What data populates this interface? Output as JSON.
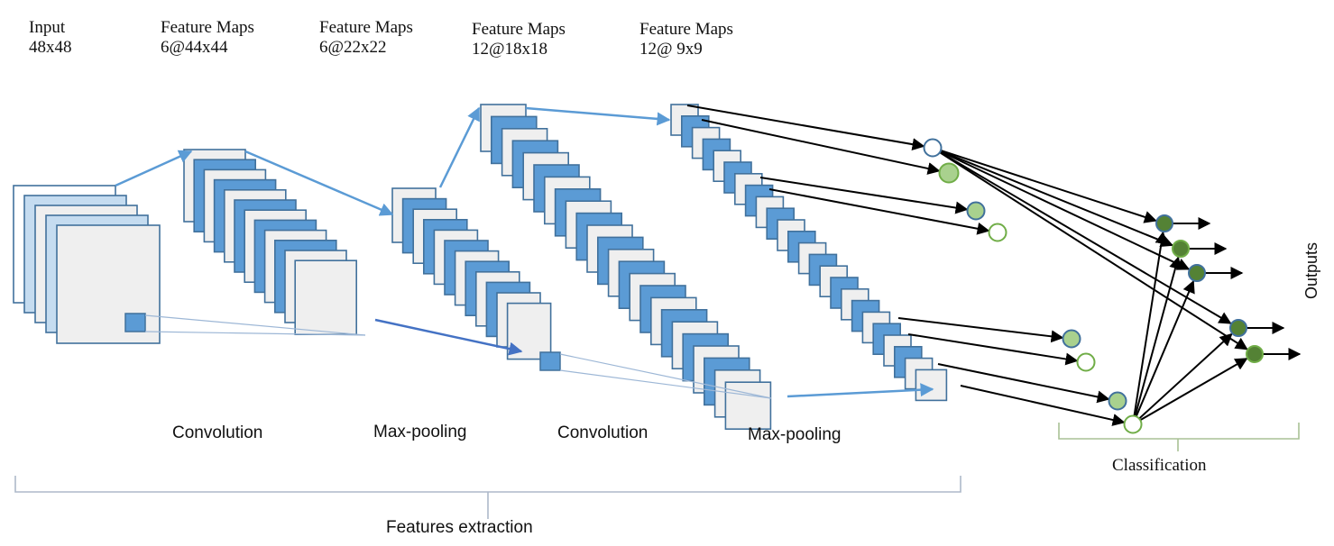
{
  "title": "CNN architecture: features extraction and classification",
  "headers": [
    {
      "line1": "Input",
      "line2": "48x48"
    },
    {
      "line1": "Feature Maps",
      "line2": "6@44x44"
    },
    {
      "line1": "Feature Maps",
      "line2": "6@22x22"
    },
    {
      "line1": "Feature Maps",
      "line2": "12@18x18"
    },
    {
      "line1": "Feature Maps",
      "line2": "12@ 9x9"
    }
  ],
  "stages": [
    {
      "label": "Convolution"
    },
    {
      "label": "Max-pooling"
    },
    {
      "label": "Convolution"
    },
    {
      "label": "Max-pooling"
    }
  ],
  "groups": {
    "features": "Features extraction",
    "classification": "Classification",
    "outputs": "Outputs"
  },
  "layers": [
    {
      "name": "input",
      "maps": 5
    },
    {
      "name": "conv1",
      "maps": 12
    },
    {
      "name": "pool1",
      "maps": 12
    },
    {
      "name": "conv2",
      "maps": 24
    },
    {
      "name": "pool2",
      "maps": 24
    }
  ],
  "neurons": {
    "hidden_count": 8,
    "output_count": 5
  },
  "colors": {
    "map_fill_light": "#efefef",
    "map_fill_blue": "#5b9bd5",
    "map_fill_pale": "#c5dcf0",
    "map_stroke": "#41719c",
    "connector": "#5b9bd5",
    "arrow": "#000000",
    "neuron_light_green": "#a9d18e",
    "neuron_dark_green": "#548235",
    "neuron_stroke_green": "#70ad47",
    "neuron_stroke_blue": "#41719c",
    "brace_blue": "#adb9ca",
    "brace_green": "#a9c195"
  }
}
